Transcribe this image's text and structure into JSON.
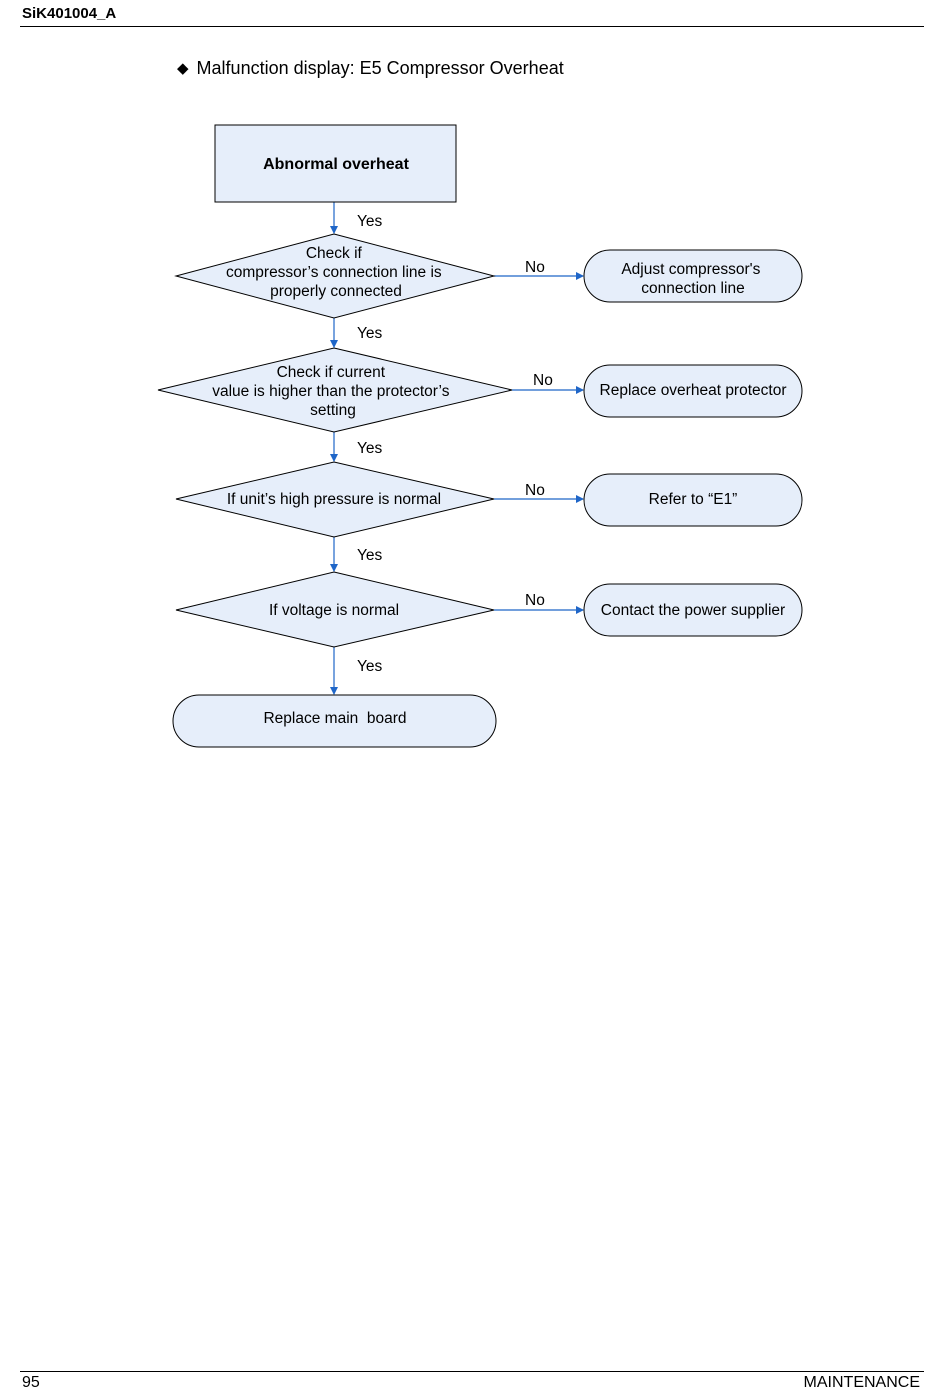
{
  "header": {
    "doc_code": "SiK401004_A"
  },
  "section": {
    "bullet": "◆",
    "title": "Malfunction display: E5 Compressor Overheat"
  },
  "flow": {
    "start": "Abnormal overheat",
    "decisions": [
      {
        "lines": [
          "Check if",
          "compressor’s connection line is",
          "properly connected"
        ]
      },
      {
        "lines": [
          "Check if current",
          "value is higher than the protector’s",
          "setting"
        ]
      },
      {
        "lines": [
          "If unit’s high pressure is normal"
        ]
      },
      {
        "lines": [
          "If voltage is normal"
        ]
      }
    ],
    "actions": [
      {
        "lines": [
          "Adjust compressor's",
          "connection line"
        ]
      },
      {
        "lines": [
          "Replace overheat protector"
        ]
      },
      {
        "lines": [
          "Refer to “E1”"
        ]
      },
      {
        "lines": [
          "Contact the power supplier"
        ]
      }
    ],
    "end": "Replace main  board",
    "yes_label": "Yes",
    "no_label": "No",
    "colors": {
      "fill": "#e6eefa",
      "stroke": "#000000",
      "arrow": "#1f66c8"
    }
  },
  "footer": {
    "page_number": "95",
    "chapter": "MAINTENANCE"
  }
}
